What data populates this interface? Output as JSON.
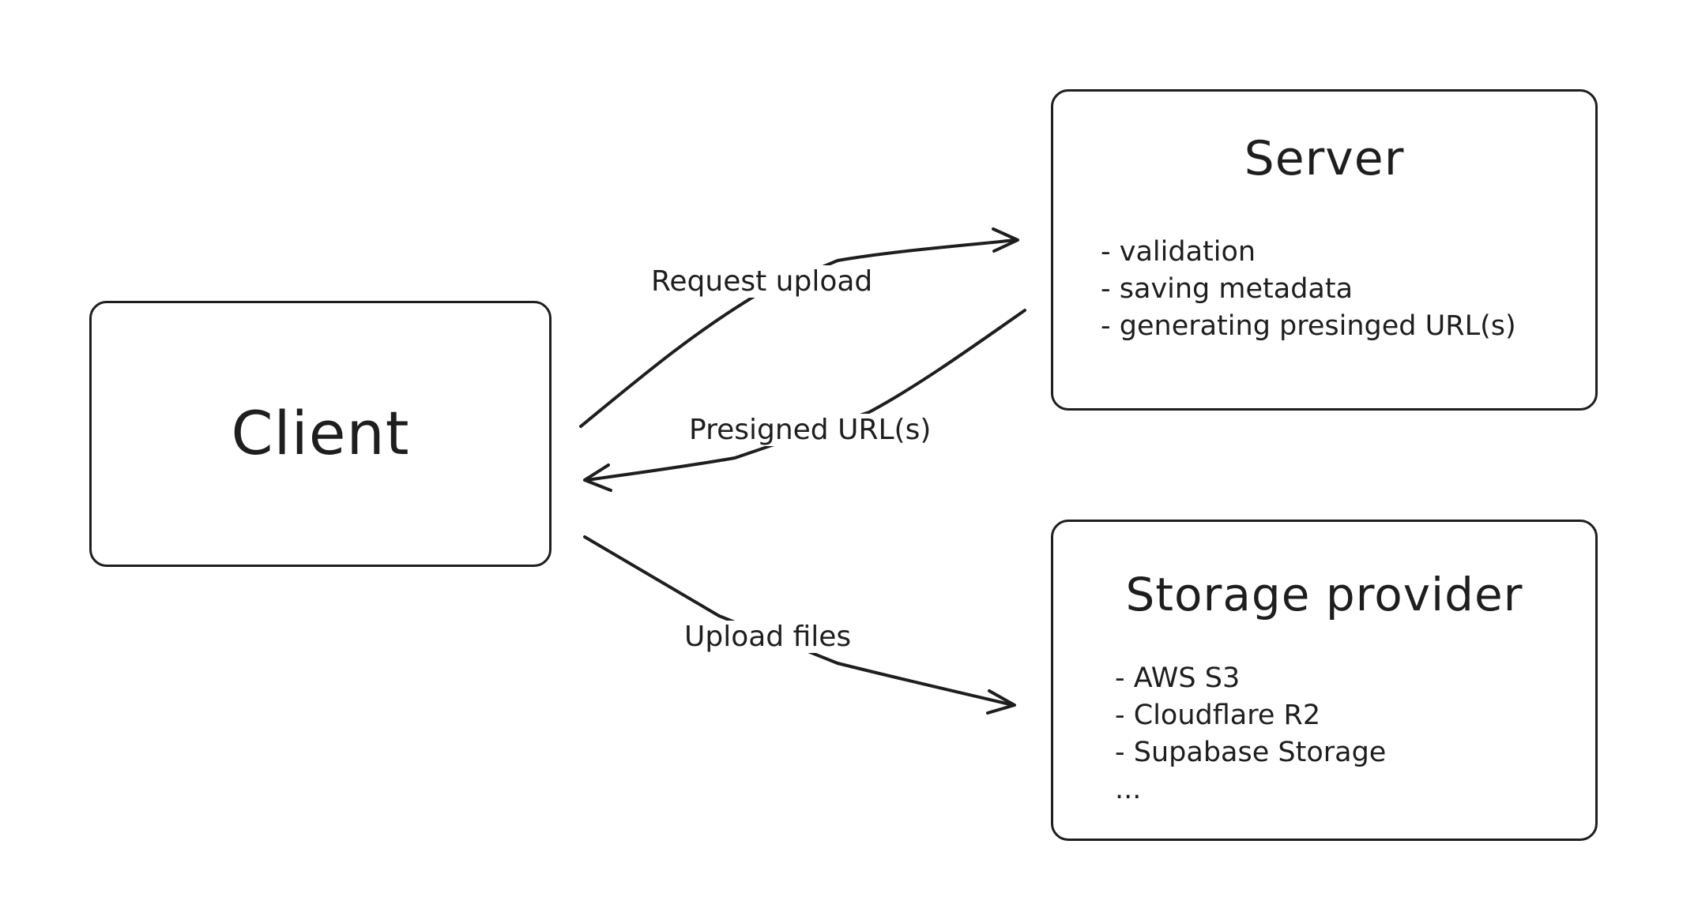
{
  "client": {
    "title": "Client"
  },
  "server": {
    "title": "Server",
    "bullets": [
      "- validation",
      "- saving metadata",
      "- generating presinged URL(s)"
    ]
  },
  "storage": {
    "title": "Storage provider",
    "bullets": [
      "- AWS S3",
      "- Cloudflare R2",
      "- Supabase Storage",
      "..."
    ]
  },
  "arrows": {
    "request_upload": "Request upload",
    "presigned_urls": "Presigned URL(s)",
    "upload_files": "Upload files"
  },
  "colors": {
    "stroke": "#1e1e1e",
    "background": "#ffffff"
  }
}
